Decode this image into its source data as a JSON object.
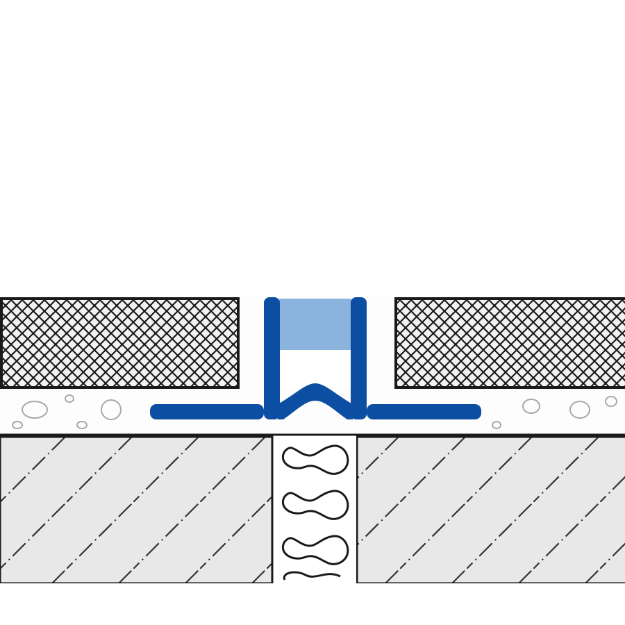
{
  "diagram": {
    "kind": "cross-section of tile movement joint profile",
    "colors": {
      "profile": "#0b4ea2",
      "insert": "#8ab4de",
      "substrate": "#e8e8e8",
      "outline": "#1a1a1a",
      "mortar_pebbles": "#b0b0b0"
    },
    "components": [
      "tile-left",
      "tile-right",
      "mortar-bed",
      "joint-profile",
      "profile-insert",
      "substrate-left",
      "substrate-right",
      "foam-backer"
    ]
  }
}
